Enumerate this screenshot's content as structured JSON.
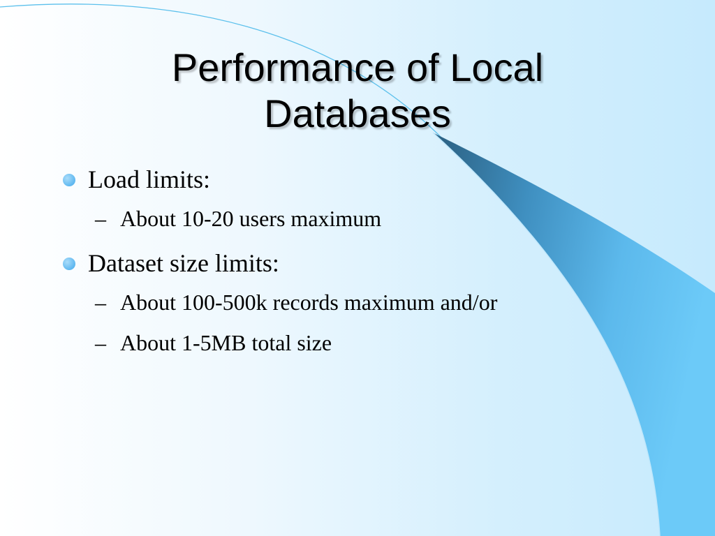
{
  "slide": {
    "title_lines": [
      "Performance of Local",
      "Databases"
    ],
    "bullets": [
      {
        "text": "Load limits:",
        "subitems": [
          "About 10-20 users maximum"
        ]
      },
      {
        "text": "Dataset size limits:",
        "subitems": [
          "About 100-500k records maximum and/or",
          "About 1-5MB total size"
        ]
      }
    ],
    "sub_marker": "–"
  },
  "colors": {
    "accent_blue": "#5fb8f0",
    "sweep_dark": "#2f6f95",
    "sweep_light": "#6cc7f7"
  }
}
